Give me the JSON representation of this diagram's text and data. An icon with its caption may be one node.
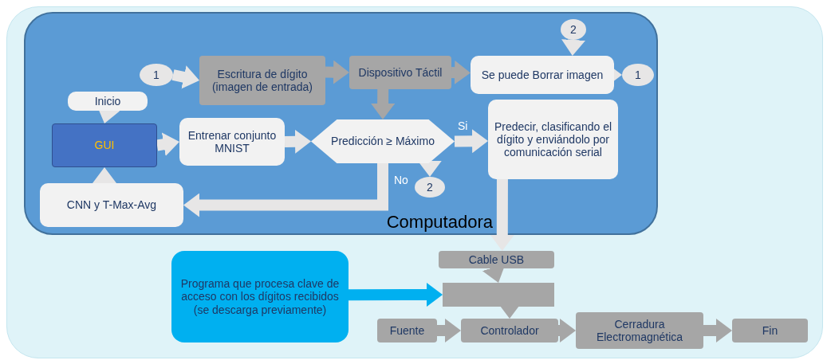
{
  "diagram": {
    "nodes": [
      {
        "text": [
          "Computadora"
        ]
      },
      {
        "text": [
          "1"
        ],
        "in": 0
      },
      {
        "text": [
          "Escritura de dígito (imagen de entrada)"
        ],
        "in": 0
      },
      {
        "text": [
          "Dispositivo Táctil"
        ],
        "in": 0
      },
      {
        "text": [
          "Se puede Borrar imagen"
        ],
        "in": 0
      },
      {
        "text": [
          "2"
        ],
        "in": 0
      },
      {
        "text": [
          "1"
        ],
        "in": 0
      },
      {
        "text": [
          "Inicio"
        ],
        "in": 0
      },
      {
        "text": [
          "GUI"
        ],
        "in": 0
      },
      {
        "text": [
          "Entrenar conjunto MNIST"
        ],
        "in": 0
      },
      {
        "text": [
          "Predicción ≥ Máximo"
        ],
        "in": 0
      },
      {
        "text": [
          "Predecir, clasificando el dígito y enviándolo por comunicación serial"
        ],
        "in": 0
      },
      {
        "text": [
          "2"
        ],
        "in": 0
      },
      {
        "text": [
          "CNN y T-Max-Avg"
        ],
        "in": 0
      },
      {
        "text": [
          "Cable USB"
        ]
      },
      {
        "text": [
          "Programa que procesa clave de acceso con los dígitos recibidos (se descarga previamente)"
        ]
      },
      {
        "text": [],
        "shape": "box"
      },
      {
        "text": [
          "Fuente"
        ]
      },
      {
        "text": [
          "Controlador"
        ]
      },
      {
        "text": [
          "Cerradura Electromagnética"
        ]
      },
      {
        "text": [
          "Fin"
        ]
      }
    ],
    "edges": [
      {
        "from": 1,
        "to": 2,
        "arrow": "to"
      },
      {
        "from": 2,
        "to": 3,
        "arrow": "to",
        "color": "#a6a6a6"
      },
      {
        "from": 3,
        "to": 4,
        "arrow": "to",
        "color": "#a6a6a6"
      },
      {
        "from": 4,
        "to": 6,
        "arrow": "to"
      },
      {
        "from": 5,
        "to": 4,
        "arrow": "to"
      },
      {
        "from": 3,
        "to": 10,
        "arrow": "to",
        "color": "#a6a6a6"
      },
      {
        "from": 7,
        "to": 8,
        "arrow": "to"
      },
      {
        "from": 8,
        "to": 9,
        "arrow": "to"
      },
      {
        "from": 9,
        "to": 10,
        "arrow": "to"
      },
      {
        "from": 10,
        "to": 11,
        "arrow": "to",
        "label": "Si"
      },
      {
        "from": 10,
        "to": 12,
        "arrow": "to",
        "label": "No"
      },
      {
        "from": 10,
        "to": 13,
        "arrow": "to"
      },
      {
        "from": 13,
        "to": 8,
        "arrow": "to"
      },
      {
        "from": 11,
        "to": 14,
        "arrow": "to"
      },
      {
        "from": 14,
        "to": 16,
        "arrow": "to",
        "color": "#a6a6a6"
      },
      {
        "from": 15,
        "to": 16,
        "arrow": "to",
        "color": "#00b0f0"
      },
      {
        "from": 16,
        "to": 18,
        "arrow": "to",
        "color": "#a6a6a6"
      },
      {
        "from": 17,
        "to": 18,
        "arrow": "to",
        "color": "#a6a6a6"
      },
      {
        "from": 18,
        "to": 19,
        "arrow": "to",
        "color": "#a6a6a6"
      },
      {
        "from": 19,
        "to": 20,
        "arrow": "to",
        "color": "#a6a6a6"
      }
    ]
  }
}
